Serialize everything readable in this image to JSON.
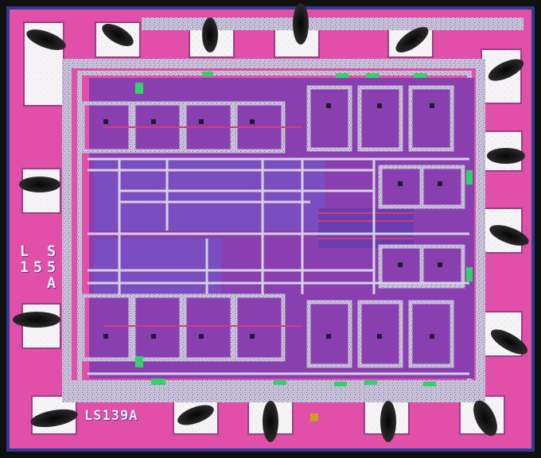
{
  "image": {
    "subject": "integrated-circuit-die-photomicrograph",
    "die_markings": {
      "part_number": "LS139A",
      "vertical_left": [
        "L",
        "1"
      ],
      "vertical_right": [
        "S",
        "5",
        "A"
      ],
      "vertical_mid": [
        "5"
      ]
    },
    "colors": {
      "substrate": "#e24fa8",
      "metal": "#cfc8dc",
      "active_region": "#7a4ec0",
      "poly": "#9a3aa0",
      "pad": "#f4f1f4",
      "glass_edge": "#3a4fa6",
      "highlight_green": "#33d06c",
      "bond_wire": "#1a1a1a"
    }
  }
}
